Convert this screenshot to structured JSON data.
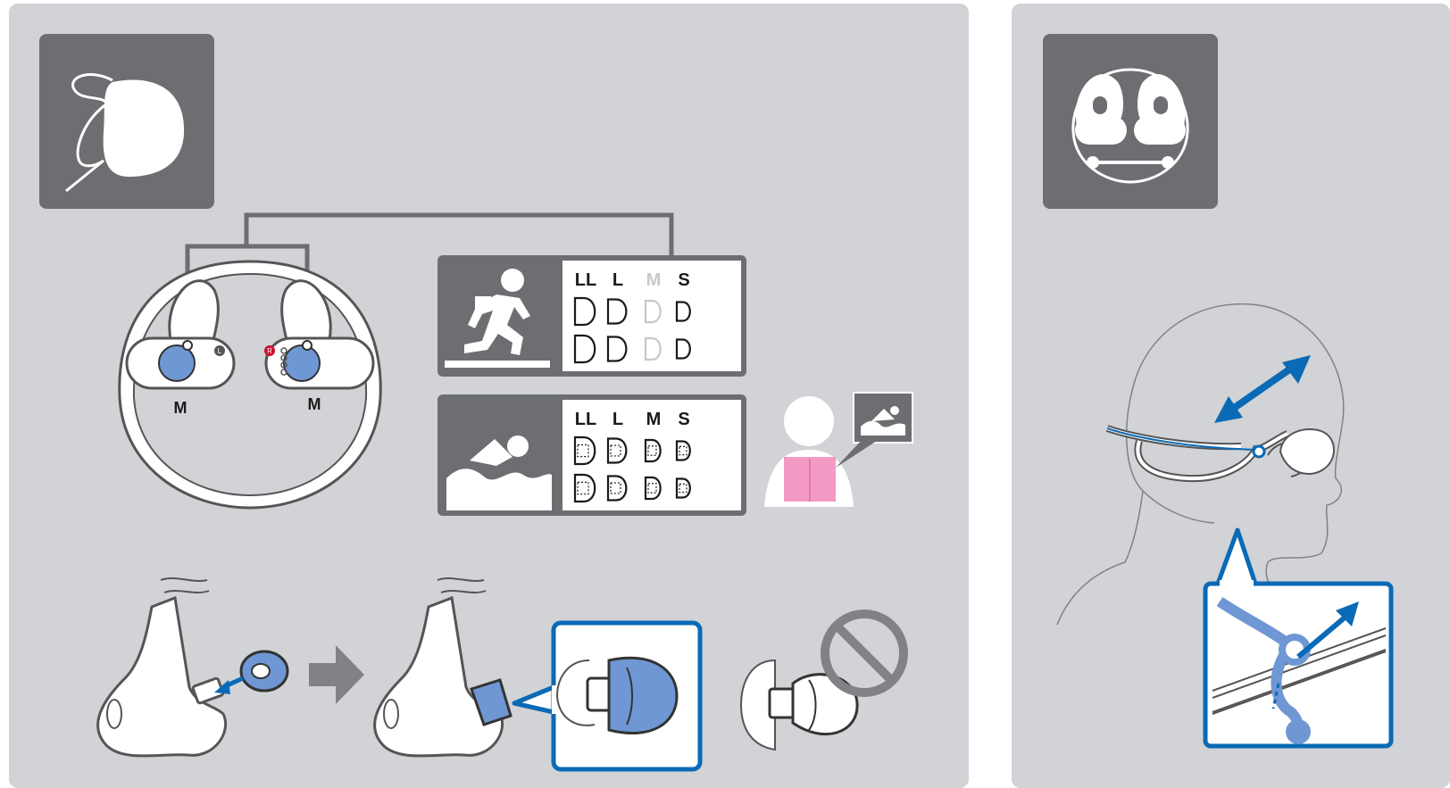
{
  "earpiece_labels": {
    "left": "M",
    "right": "M"
  },
  "earpiece_marks": {
    "left": "L",
    "right": "R"
  },
  "size_rows": [
    {
      "activity": "running",
      "activity_icon": "runner-icon",
      "sizes": [
        "LL",
        "L",
        "M",
        "S"
      ],
      "dimmed_size": "M",
      "tip_type": "standard"
    },
    {
      "activity": "swimming",
      "activity_icon": "swimmer-icon",
      "sizes": [
        "LL",
        "L",
        "M",
        "S"
      ],
      "dimmed_size": "",
      "tip_type": "swimming"
    }
  ],
  "colors": {
    "panel": "#d1d3d6",
    "tile": "#6d6e71",
    "accent_blue": "#0a6ab6",
    "earbud_blue": "#6f97d3",
    "manual_pink": "#f29ac3",
    "prohibit_gray": "#808285"
  },
  "icons": [
    "earbud-tip-icon",
    "walkman-headset-icon",
    "runner-icon",
    "swimmer-icon",
    "arrow-right-icon",
    "prohibited-icon",
    "manual-reader-icon"
  ]
}
